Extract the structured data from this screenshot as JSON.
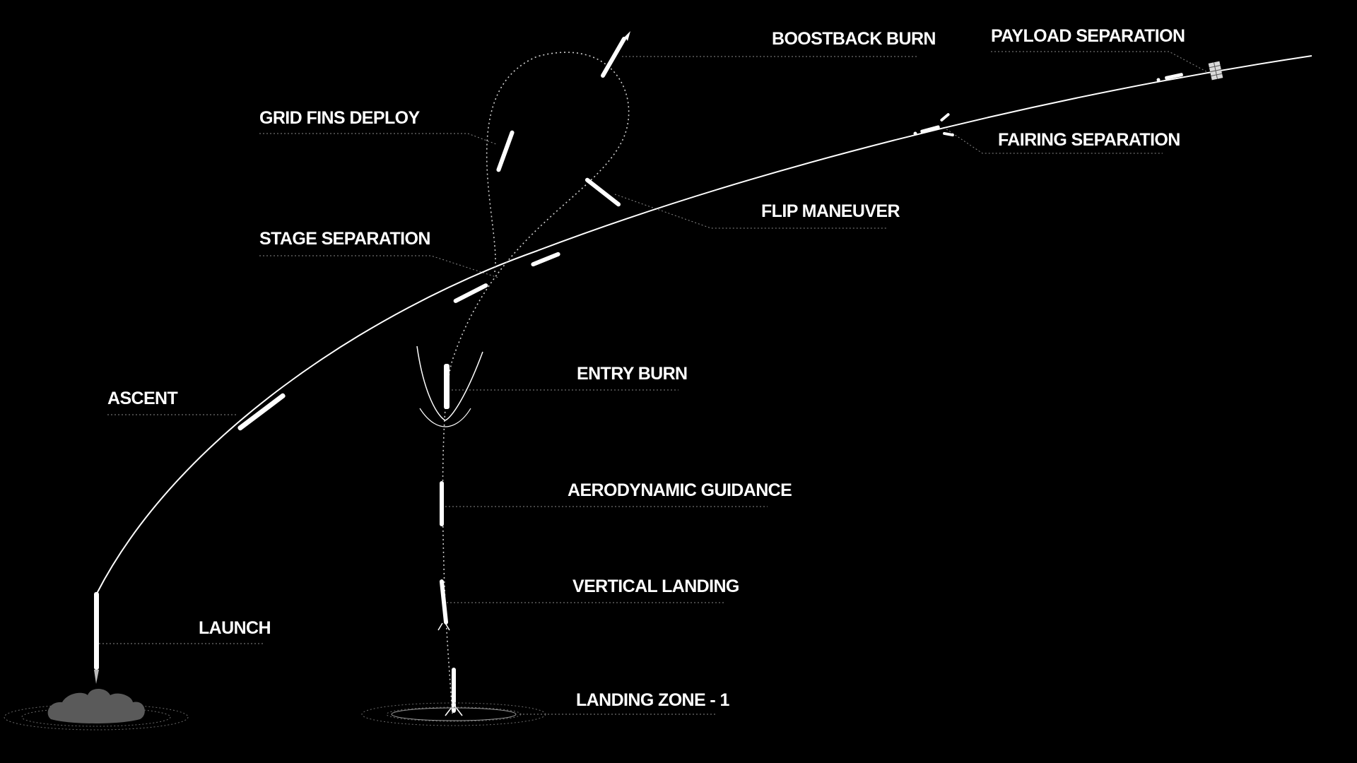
{
  "diagram": {
    "background": "#000000",
    "foreground": "#ffffff",
    "leader_color": "#8a8a8a",
    "labels": {
      "boostback_burn": "BOOSTBACK BURN",
      "payload_separation": "PAYLOAD SEPARATION",
      "grid_fins_deploy": "GRID FINS DEPLOY",
      "fairing_separation": "FAIRING SEPARATION",
      "flip_maneuver": "FLIP MANEUVER",
      "stage_separation": "STAGE SEPARATION",
      "ascent": "ASCENT",
      "entry_burn": "ENTRY BURN",
      "aerodynamic_guidance": "AERODYNAMIC GUIDANCE",
      "vertical_landing": "VERTICAL LANDING",
      "launch": "LAUNCH",
      "landing_zone": "LANDING ZONE - 1"
    }
  }
}
